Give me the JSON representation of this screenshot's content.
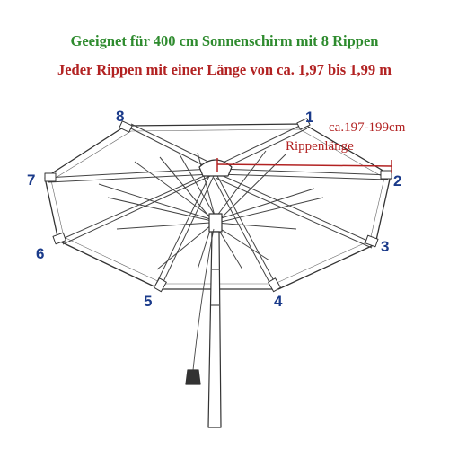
{
  "header": {
    "line1": "Geeignet für 400 cm Sonnenschirm mit 8 Rippen",
    "line2": "Jeder Rippen mit einer Länge von ca. 1,97 bis 1,99 m"
  },
  "dimension": {
    "length_label": "ca.197-199cm",
    "rib_label": "Rippenlänge"
  },
  "ribs": [
    "1",
    "2",
    "3",
    "4",
    "5",
    "6",
    "7",
    "8"
  ],
  "colors": {
    "line1": "#2e8b2e",
    "line2": "#b22222",
    "numbers": "#1a3a8a",
    "dimension": "#b22222",
    "outline": "#333333"
  }
}
